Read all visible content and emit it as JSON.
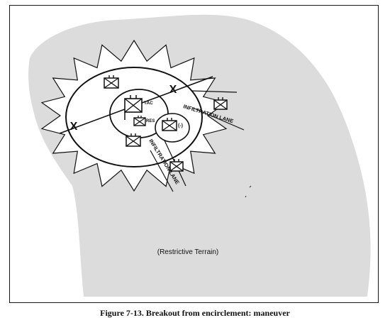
{
  "caption": "Figure 7-13. Breakout from encirclement: maneuver",
  "labels": {
    "tac": "TAC",
    "res": "RES",
    "minus": "(-)",
    "infiltration_lane_upper": "INFILTRATION LANE",
    "infiltration_lane_lower": "INFILTRATION LANE",
    "restrictive_terrain": "(Restrictive Terrain)"
  },
  "colors": {
    "terrain": "#dcdcdc",
    "ink": "#111111",
    "background": "#ffffff"
  },
  "icons": {
    "unit_symbol": "infantry-unit-symbol",
    "boundary_marker": "x-boundary-marker",
    "encirclement": "enemy-encirclement-spikes"
  }
}
